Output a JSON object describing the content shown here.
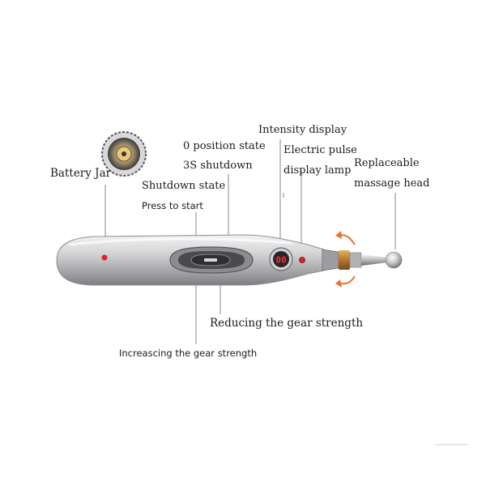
{
  "labels": {
    "battery_jar": "Battery Jar",
    "position_state": "0  position state",
    "shutdown": "3S shutdown",
    "shutdown_state": "Shutdown state",
    "press_to_start": "Press to start",
    "intensity_display": "Intensity display",
    "electric_pulse": "Electric pulse",
    "display_lamp": "display lamp",
    "replaceable": "Replaceable",
    "massage_head": "massage head",
    "reducing": "Reducing the gear strength",
    "increasing": "Increascing the gear strength"
  },
  "colors": {
    "body_silver": "#c9c9cb",
    "button_dark": "#4a4a4e",
    "indicator_red": "#e0202a",
    "arrow_orange": "#e8742a",
    "tip_gold": "#c89a4a",
    "leader_line": "#8a8a8a"
  }
}
